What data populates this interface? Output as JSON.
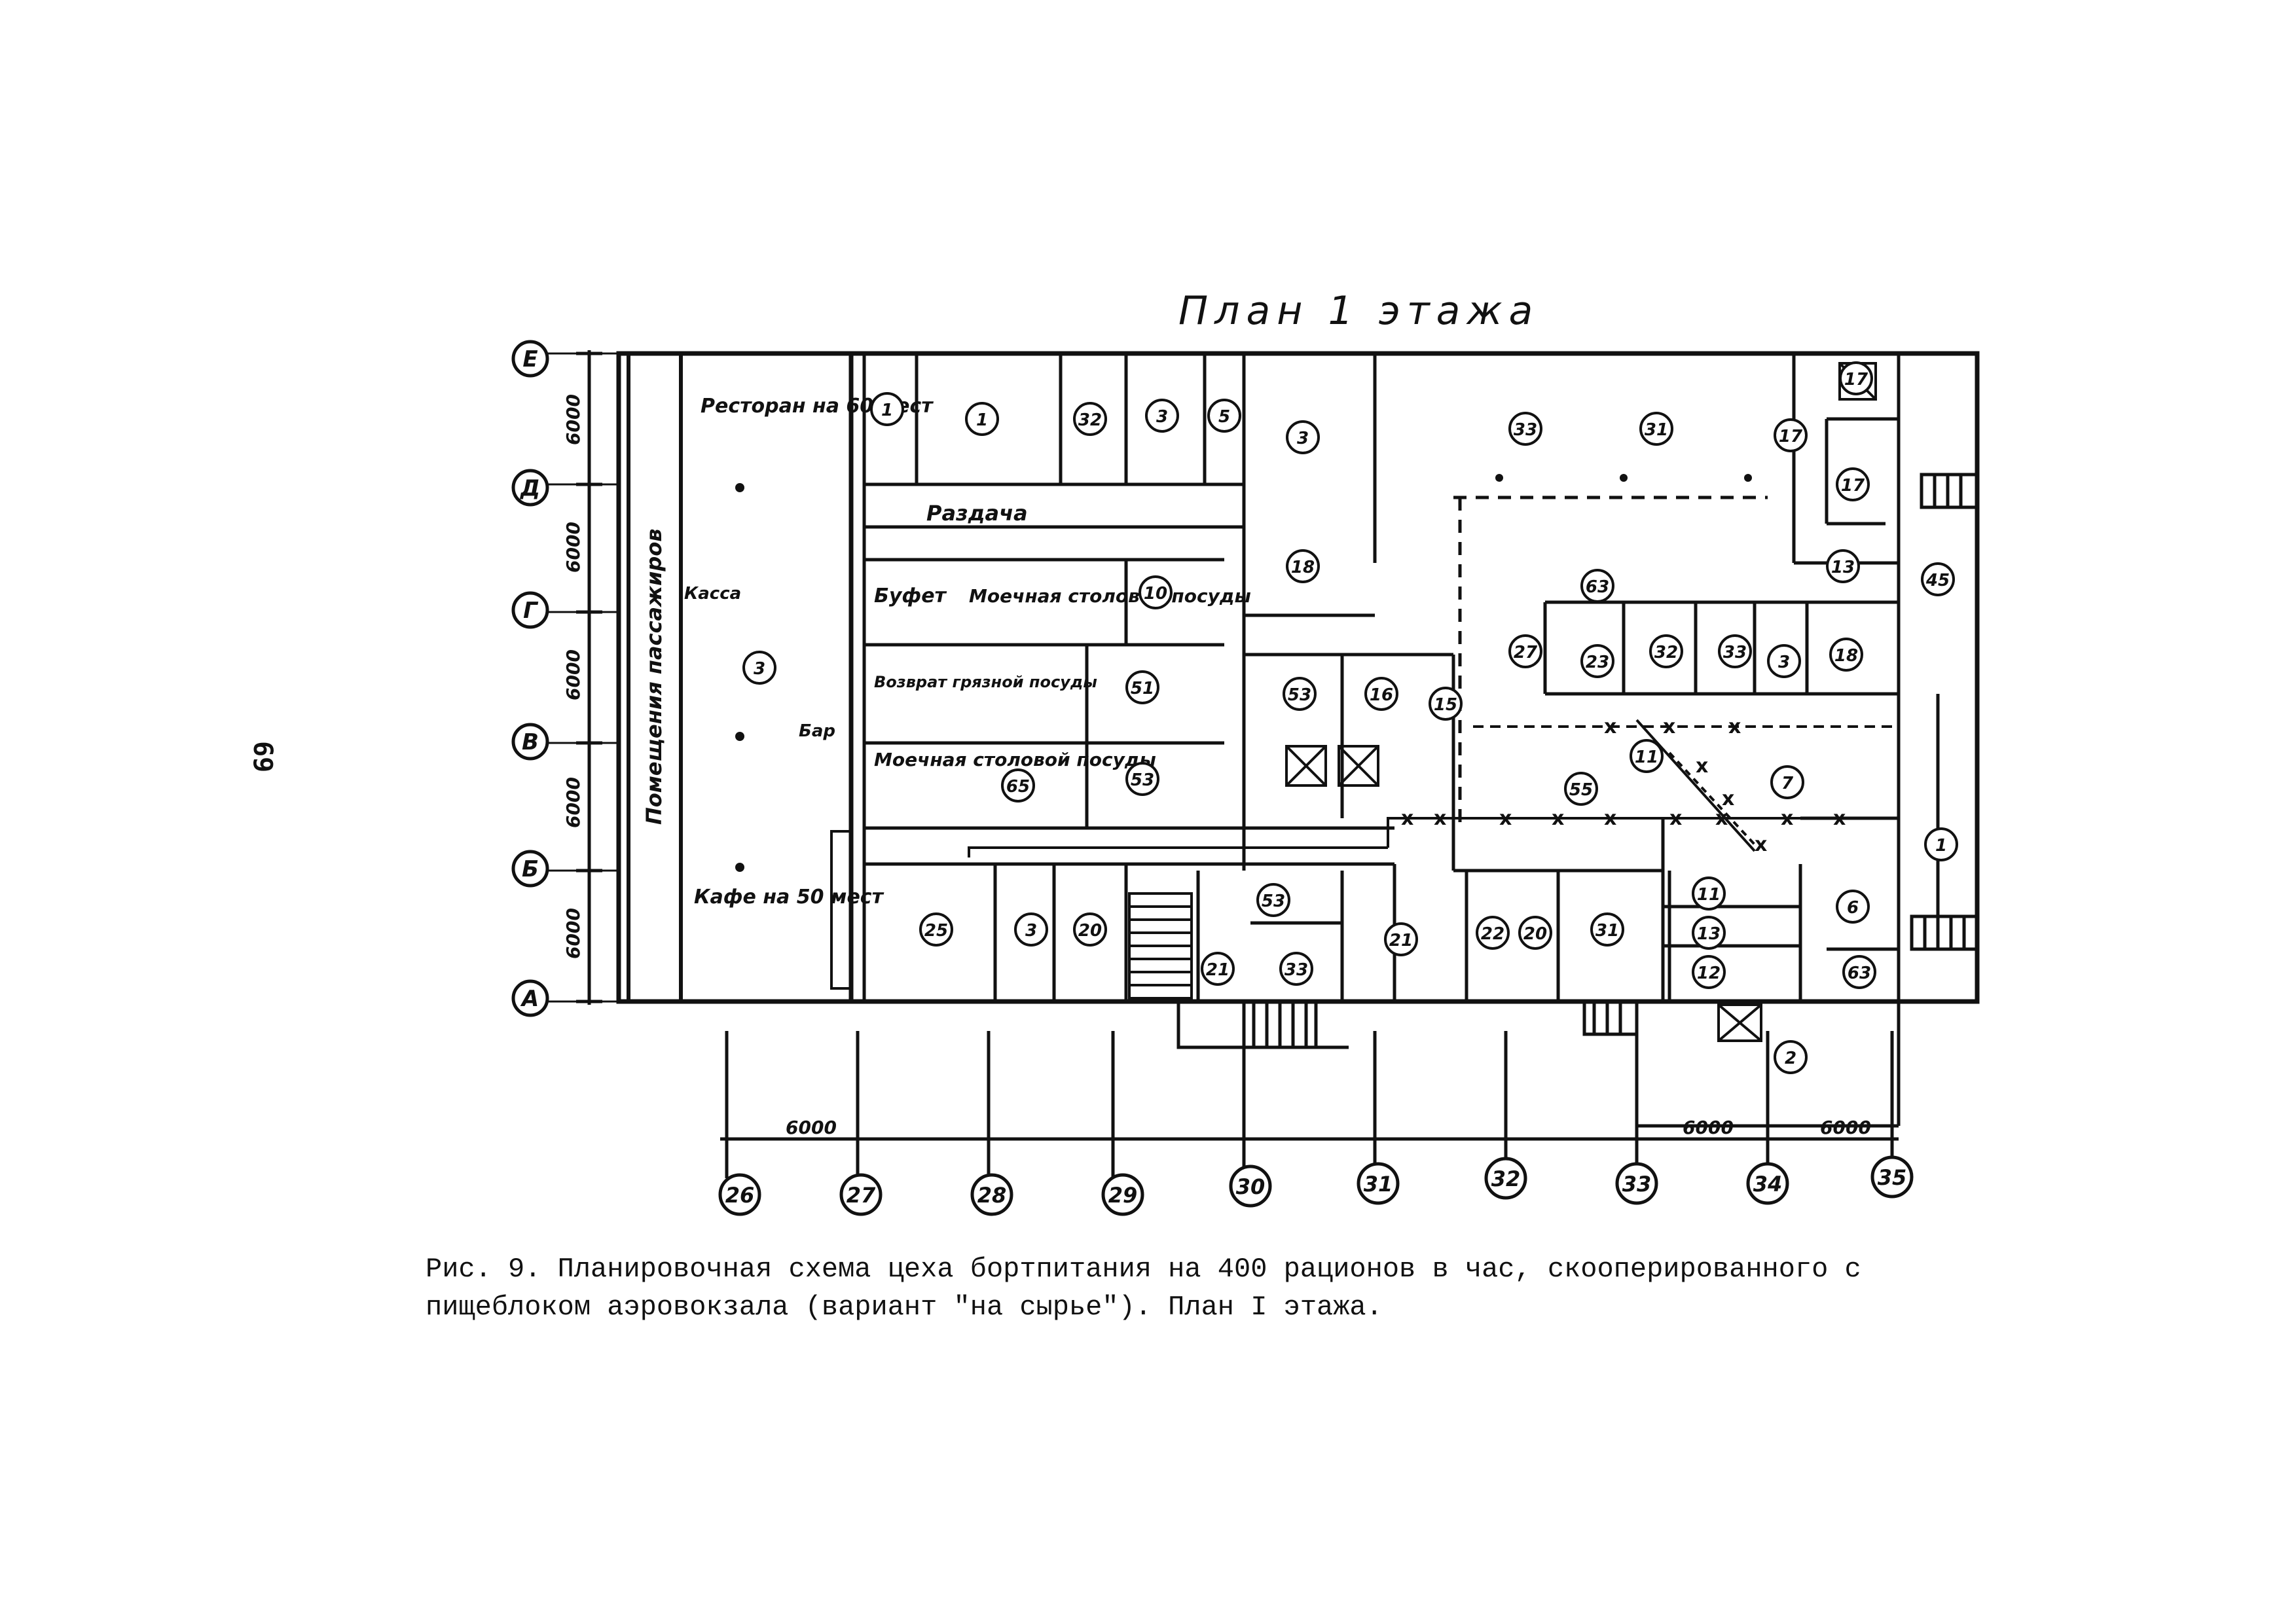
{
  "figure": {
    "title": "План 1 этажа",
    "page_number": "69",
    "caption": "Рис. 9. Планировочная схема цеха бортпитания на 400 рационов в час, скооперированного с пищеблоком аэровокзала (вариант \"на сырье\"). План I этажа."
  },
  "axes": {
    "rows": [
      "Е",
      "Д",
      "Г",
      "В",
      "Б",
      "А"
    ],
    "row_dims": [
      "6000",
      "6000",
      "6000",
      "6000",
      "6000"
    ],
    "cols": [
      "26",
      "27",
      "28",
      "29",
      "30",
      "31",
      "32",
      "33",
      "34",
      "35"
    ],
    "col_dims": [
      "6000",
      "6000",
      "6000"
    ]
  },
  "rooms": {
    "restaurant": "Ресторан на 60 мест",
    "corridor": "Помещения пассажиров",
    "razdacha": "Раздача",
    "bufet": "Буфет",
    "moechnaya_tare": "Моечная столовой посуды",
    "moechnaya_posudy": "Моечная столовой посуды",
    "kafe": "Кафе на 50 мест",
    "kassa": "Касса",
    "bar": "Бар",
    "vozvrat": "Возврат грязной посуды"
  },
  "room_numbers": [
    "1",
    "1",
    "32",
    "3",
    "5",
    "3",
    "33",
    "31",
    "17",
    "17",
    "17",
    "13",
    "45",
    "10",
    "18",
    "63",
    "27",
    "23",
    "32",
    "33",
    "3",
    "18",
    "51",
    "53",
    "53",
    "16",
    "15",
    "11",
    "55",
    "7",
    "65",
    "1",
    "25",
    "3",
    "20",
    "53",
    "21",
    "33",
    "21",
    "22",
    "20",
    "31",
    "11",
    "13",
    "12",
    "6",
    "63",
    "2",
    "3"
  ]
}
